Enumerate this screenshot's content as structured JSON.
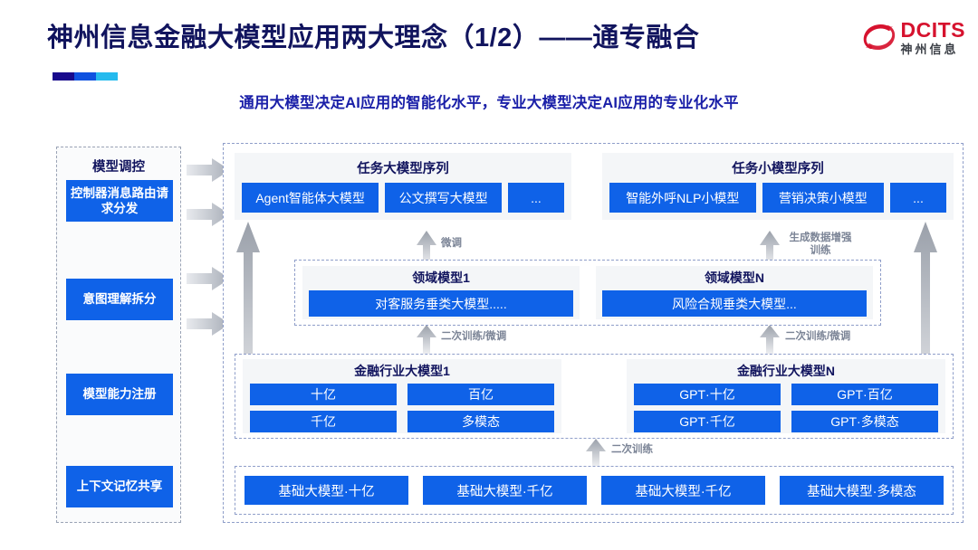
{
  "header": {
    "title": "神州信息金融大模型应用两大理念（1/2）——通专融合",
    "subtitle": "通用大模型决定AI应用的智能化水平，专业大模型决定AI应用的专业化水平",
    "logo_en": "DCITS",
    "logo_cn": "神州信息",
    "accent_navy": "#11145e",
    "accent_blue": "#0f62e8",
    "accent_red": "#d6122e",
    "rule_colors": [
      "#180a8c",
      "#0f52e0",
      "#25baee"
    ]
  },
  "control_panel": {
    "title": "模型调控",
    "items": [
      {
        "label": "控制器消息路由请求分发"
      },
      {
        "label": "意图理解拆分"
      },
      {
        "label": "模型能力注册"
      },
      {
        "label": "上下文记忆共享"
      }
    ]
  },
  "task_sequences": [
    {
      "title": "任务大模型序列",
      "chips": [
        "Agent智能体大模型",
        "公文撰写大模型",
        "..."
      ]
    },
    {
      "title": "任务小模型序列",
      "chips": [
        "智能外呼NLP小模型",
        "营销决策小模型",
        "..."
      ]
    }
  ],
  "domain_models": [
    {
      "title": "领域模型1",
      "chip": "对客服务垂类大模型....."
    },
    {
      "title": "领域模型N",
      "chip": "风险合规垂类大模型..."
    }
  ],
  "industry_models": [
    {
      "title": "金融行业大模型1",
      "chips": [
        "十亿",
        "百亿",
        "千亿",
        "多模态"
      ]
    },
    {
      "title": "金融行业大模型N",
      "chips": [
        "GPT·十亿",
        "GPT·百亿",
        "GPT·千亿",
        "GPT·多模态"
      ]
    }
  ],
  "base_models": [
    "基础大模型·十亿",
    "基础大模型·千亿",
    "基础大模型·千亿",
    "基础大模型·多模态"
  ],
  "flow_labels": {
    "fine_tune": "微调",
    "data_aug": "生成数据增强训练",
    "retrain_finetune_left": "二次训练/微调",
    "retrain_finetune_right": "二次训练/微调",
    "retrain": "二次训练"
  }
}
